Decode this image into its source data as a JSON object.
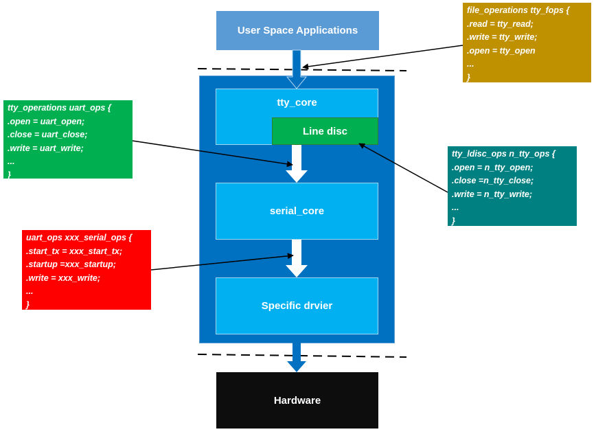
{
  "layers": {
    "user_space": "User Space Applications",
    "tty_core": "tty_core",
    "line_disc": "Line disc",
    "serial_core": "serial_core",
    "specific_driver": "Specific drvier",
    "hardware": "Hardware"
  },
  "notes": {
    "file_ops": [
      "file_operations tty_fops {",
      ".read = tty_read;",
      ".write = tty_write;",
      ".open = tty_open",
      "...",
      "}"
    ],
    "uart_ops": [
      "tty_operations uart_ops {",
      ".open = uart_open;",
      ".close = uart_close;",
      ".write = uart_write;",
      "...",
      "}"
    ],
    "ldisc_ops": [
      "tty_ldisc_ops n_tty_ops {",
      ".open = n_tty_open;",
      ".close =n_tty_close;",
      ".write = n_tty_write;",
      "...",
      "}"
    ],
    "serial_ops": [
      "uart_ops xxx_serial_ops {",
      ".start_tx = xxx_start_tx;",
      ".startup =xxx_startup;",
      ".write = xxx_write;",
      "...",
      "}"
    ]
  },
  "colors": {
    "user_space": "#5b9bd5",
    "kernel_container": "#0070c0",
    "layer_box": "#00b0f0",
    "line_disc": "#00b050",
    "hardware": "#0d0d0d",
    "note_file_ops": "#bf9000",
    "note_uart_ops": "#00b050",
    "note_ldisc_ops": "#008080",
    "note_serial_ops": "#ff0000"
  }
}
